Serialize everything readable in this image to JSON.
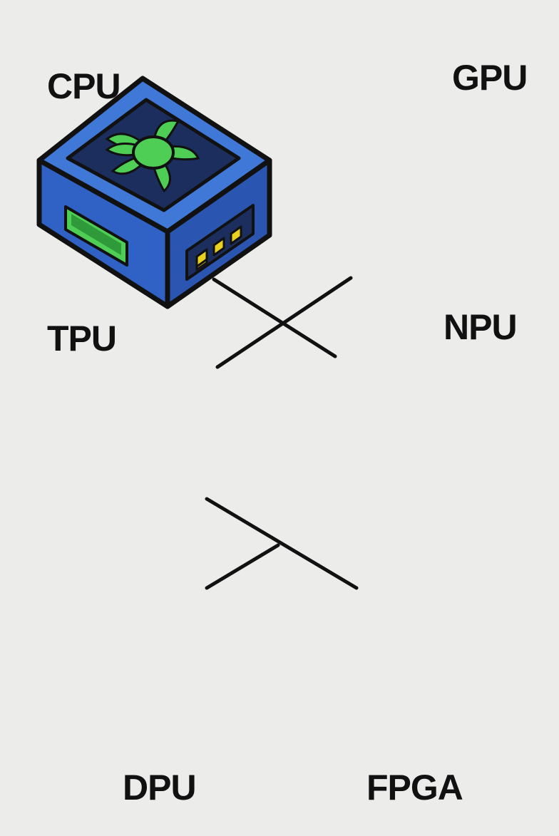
{
  "diagram": {
    "nodes": [
      {
        "id": "cpu",
        "label": "CPU",
        "icon": "cpu-fan-box-icon"
      },
      {
        "id": "gpu",
        "label": "GPU",
        "icon": "gpu-card-icon"
      },
      {
        "id": "tpu",
        "label": "TPU",
        "icon": "tpu-grid-box-icon"
      },
      {
        "id": "npu",
        "label": "NPU",
        "icon": "brain-icon"
      },
      {
        "id": "dpu",
        "label": "DPU",
        "icon": "stacked-blocks-icon"
      },
      {
        "id": "fpga",
        "label": "FPGA",
        "icon": "chip-board-icon"
      }
    ],
    "edges": [
      {
        "from": "cpu",
        "to": "npu"
      },
      {
        "from": "gpu",
        "to": "tpu"
      },
      {
        "from": "tpu",
        "to": "fpga"
      },
      {
        "from": "dpu",
        "to": "fpga"
      }
    ],
    "colors": {
      "background": "#ececeb",
      "blue": "#3f78d6",
      "blue_dark": "#2a55b0",
      "green": "#4fce55",
      "green_dark": "#2f9a3a",
      "purple": "#c865d8",
      "yellow": "#e9d21f",
      "outline": "#111111"
    }
  }
}
